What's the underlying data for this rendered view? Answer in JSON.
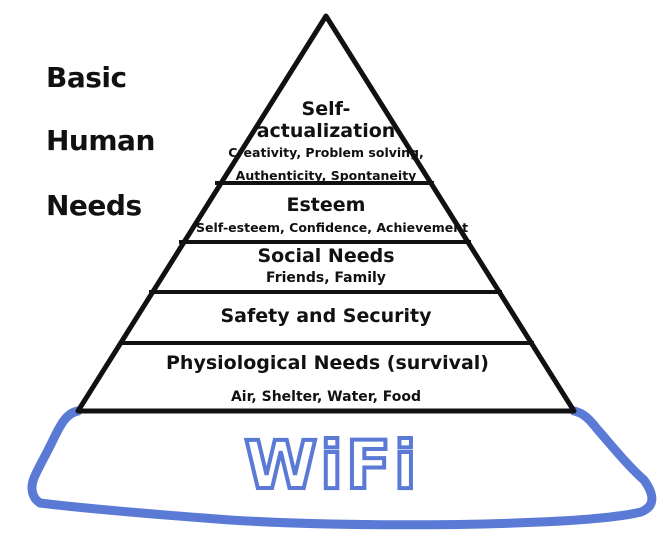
{
  "side_title": [
    "Basic",
    "Human",
    "Needs"
  ],
  "pyramid": {
    "self_actualization": {
      "title_line1": "Self-",
      "title_line2": "actualization",
      "detail_line1": "Creativity, Problem solving,",
      "detail_line2": "Authenticity, Spontaneity"
    },
    "esteem": {
      "title": "Esteem",
      "detail": "Self-esteem, Confidence, Achievement"
    },
    "social": {
      "title": "Social Needs",
      "detail": "Friends, Family"
    },
    "safety": {
      "title": "Safety and Security"
    },
    "physiological": {
      "title": "Physiological Needs (survival)",
      "detail": "Air, Shelter, Water, Food"
    }
  },
  "base": {
    "label": "WiFi"
  },
  "colors": {
    "line": "#111111",
    "wifi": "#5b7ad6",
    "background": "#ffffff"
  }
}
